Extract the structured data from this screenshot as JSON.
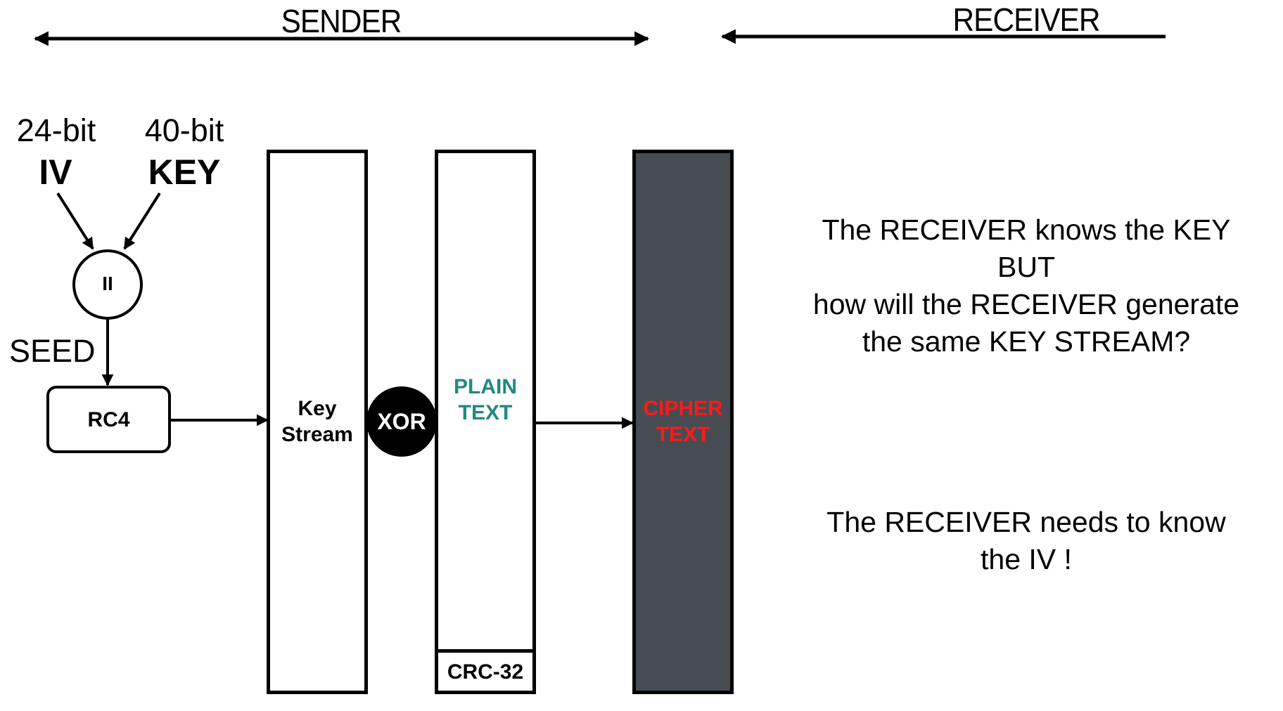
{
  "header": {
    "sender_label": "SENDER",
    "receiver_label": "RECEIVER"
  },
  "inputs": {
    "iv_bits": "24-bit",
    "iv_label": "IV",
    "key_bits": "40-bit",
    "key_label": "KEY"
  },
  "concat_symbol": "II",
  "seed_label": "SEED",
  "rc4_label": "RC4",
  "keystream_label": [
    "Key",
    "Stream"
  ],
  "xor_label": "XOR",
  "plaintext_label": [
    "PLAIN",
    "TEXT"
  ],
  "crc_label": "CRC-32",
  "ciphertext_label": [
    "CIPHER",
    "TEXT"
  ],
  "notes": {
    "question": [
      "The RECEIVER knows the KEY",
      "BUT",
      "how will the RECEIVER generate",
      "the same KEY STREAM?"
    ],
    "answer": [
      "The RECEIVER needs to know",
      "the IV !"
    ]
  },
  "colors": {
    "plaintext": "#1f8a82",
    "ciphertext": "#ff1a1a",
    "cipher_fill": "#474c52",
    "stroke": "#000000"
  }
}
